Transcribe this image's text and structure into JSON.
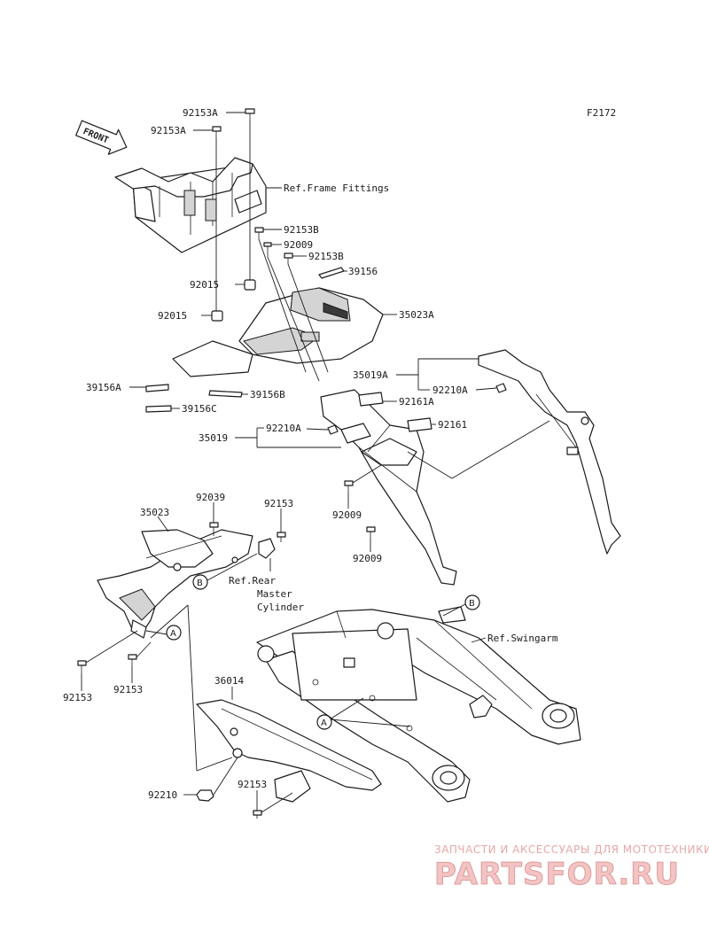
{
  "diagram_id": "F2172",
  "front_marker": "FRONT",
  "callouts": {
    "a": "A",
    "b": "B"
  },
  "labels": {
    "p92153A_top": "92153A",
    "p92153A_2": "92153A",
    "ref_frame": "Ref.Frame Fittings",
    "p92153B_1": "92153B",
    "p92009_top": "92009",
    "p92153B_2": "92153B",
    "p39156": "39156",
    "p92015_1": "92015",
    "p92015_2": "92015",
    "p35023A": "35023A",
    "p35019A": "35019A",
    "p92210A_1": "92210A",
    "p39156A": "39156A",
    "p39156B": "39156B",
    "p92161A": "92161A",
    "p39156C": "39156C",
    "p92161": "92161",
    "p35019": "35019",
    "p92210A_2": "92210A",
    "p92009_a": "92009",
    "p92009_b": "92009",
    "p92039": "92039",
    "p92153_top": "92153",
    "p35023": "35023",
    "ref_rear_1": "Ref.Rear",
    "ref_rear_2": "Master",
    "ref_rear_3": "Cylinder",
    "ref_swingarm": "Ref.Swingarm",
    "p92153_l1": "92153",
    "p92153_l2": "92153",
    "p36014": "36014",
    "p92210": "92210",
    "p92153_b": "92153"
  },
  "watermark": {
    "tagline": "ЗАПЧАСТИ И АКСЕССУАРЫ ДЛЯ МОТОТЕХНИКИ",
    "brand": "PARTSFOR.RU"
  }
}
